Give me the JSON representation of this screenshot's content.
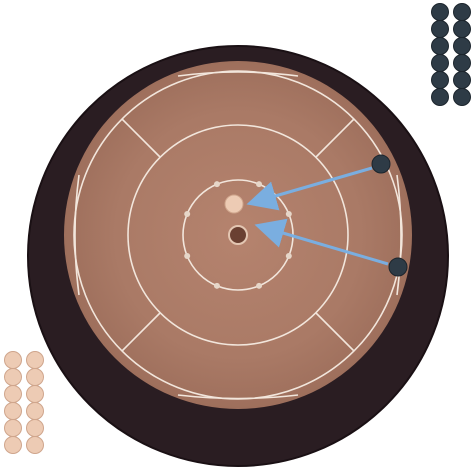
{
  "game": {
    "name": "crokinole",
    "colors": {
      "background": "#ffffff",
      "rim": "#2a1d22",
      "rim_edge": "#1a1014",
      "wood": "#b07e6a",
      "wood_dark": "#a06e5b",
      "lines": "#f2e6dc",
      "peg": "#e6d6c8",
      "dark_piece": "#2e3b46",
      "light_piece": "#edcbb4",
      "arrow": "#7aaee0"
    },
    "reserve": {
      "dark_pieces_remaining": 12,
      "light_pieces_remaining": 12
    },
    "pieces_on_board": [
      {
        "side": "dark",
        "zone": "outer-right-ditch",
        "id": "shooter-1"
      },
      {
        "side": "dark",
        "zone": "outer-right-ditch",
        "id": "shooter-2"
      },
      {
        "side": "light",
        "zone": "inner-ring",
        "id": "target-disc"
      }
    ],
    "shot_hints": [
      {
        "from": "shooter-1",
        "to": "target-disc",
        "kind": "aim-arrow"
      },
      {
        "from": "shooter-2",
        "to": "center-hole",
        "kind": "aim-arrow"
      }
    ]
  }
}
